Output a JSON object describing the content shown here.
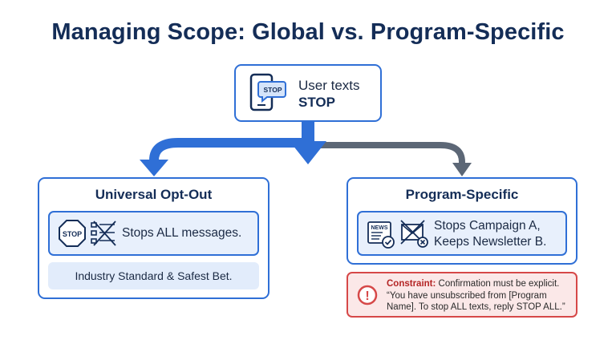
{
  "title": "Managing Scope: Global vs. Program-Specific",
  "top": {
    "line1": "User texts",
    "line2": "STOP",
    "bubble": "STOP"
  },
  "left": {
    "title": "Universal Opt-Out",
    "sign": "STOP",
    "text": "Stops ALL messages.",
    "note": "Industry Standard & Safest Bet."
  },
  "right": {
    "title": "Program-Specific",
    "icon_label": "NEWS",
    "line1": "Stops Campaign A,",
    "line2": "Keeps Newsletter B."
  },
  "constraint": {
    "label": "Constraint:",
    "text": " Confirmation must be explicit. “You have unsubscribed from [Program Name]. To stop ALL texts, reply STOP ALL.”",
    "icon": "!"
  },
  "colors": {
    "blue": "#2f6fd6",
    "navy": "#142d57",
    "gray": "#5c6776",
    "red": "#d64848"
  },
  "icons": [
    "phone-icon",
    "stop-sign-icon",
    "crossed-messages-icon",
    "newspaper-icon",
    "crossed-envelope-icon",
    "warning-icon"
  ]
}
